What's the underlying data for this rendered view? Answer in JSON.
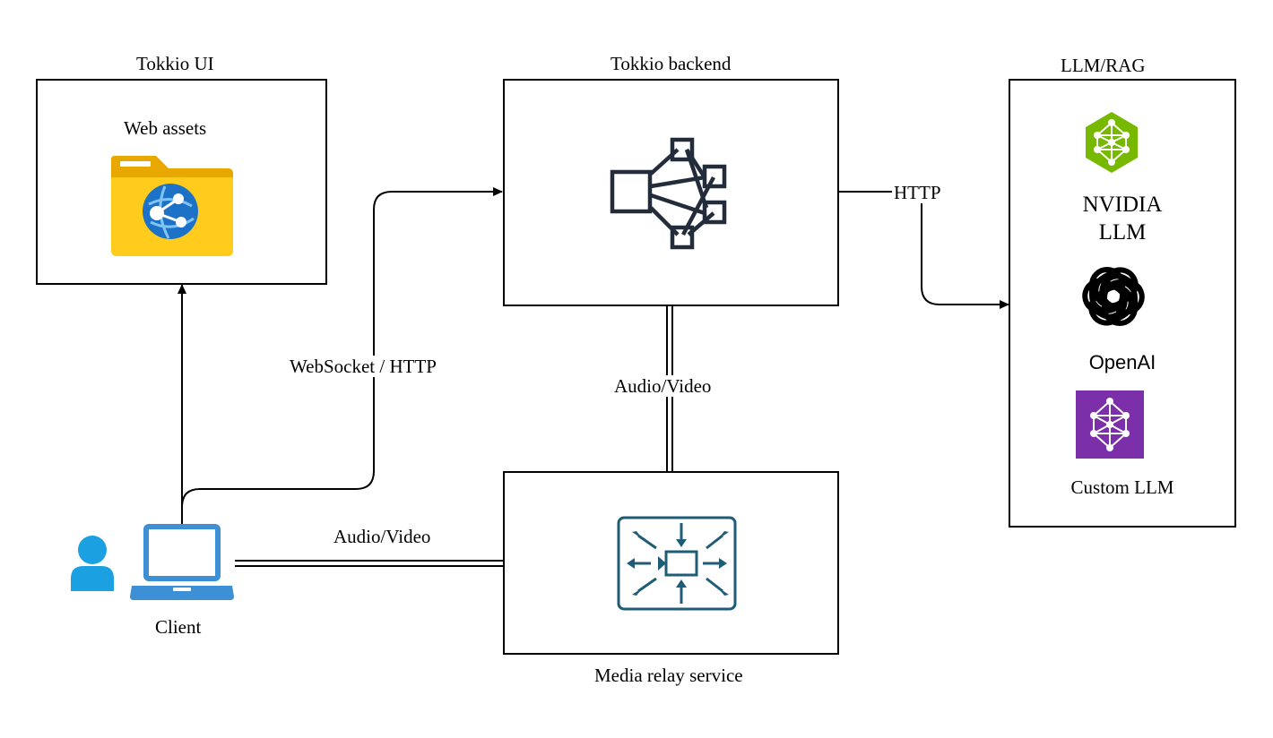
{
  "ui_box": {
    "title": "Tokkio UI",
    "content_label": "Web assets",
    "icon": "web-assets-folder-icon"
  },
  "backend_box": {
    "title": "Tokkio backend",
    "icon": "network-nodes-icon"
  },
  "llm_box": {
    "title": "LLM/RAG",
    "items": [
      {
        "label": "NVIDIA\nLLM",
        "icon": "nvidia-llm-icon",
        "color": "#76b900"
      },
      {
        "label": "OpenAI",
        "icon": "openai-logo-icon",
        "color": "#000000"
      },
      {
        "label": "Custom LLM",
        "icon": "custom-llm-icon",
        "color": "#7b2fa8"
      }
    ]
  },
  "media_box": {
    "title": "Media relay service",
    "icon": "media-relay-icon",
    "icon_color": "#1f5c78"
  },
  "client": {
    "label": "Client",
    "user_icon": "user-icon",
    "laptop_icon": "laptop-icon",
    "color": "#1ba1e2"
  },
  "edges": {
    "client_to_backend": "WebSocket / HTTP",
    "backend_to_llm": "HTTP",
    "backend_to_media": "Audio/Video",
    "client_to_media": "Audio/Video"
  }
}
